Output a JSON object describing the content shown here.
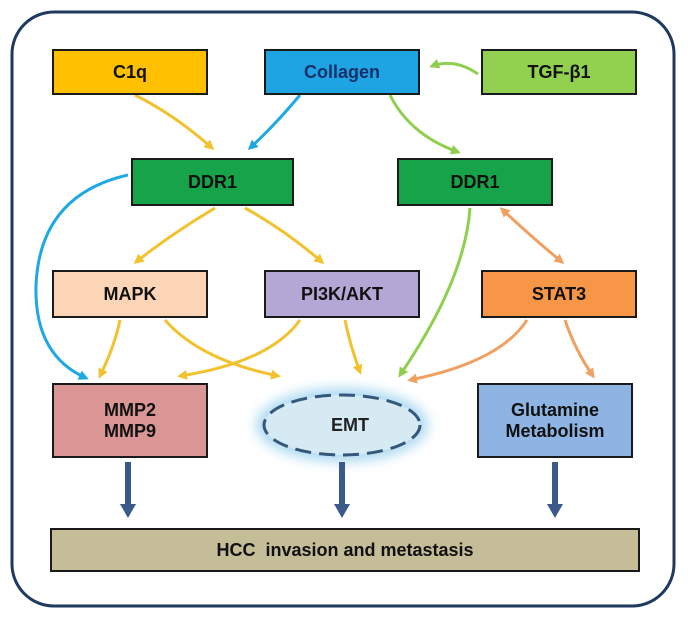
{
  "colors": {
    "border": "#1f3a5f",
    "c1q": "#ffc000",
    "collagen": "#1fa4e3",
    "tgfb1": "#92d050",
    "ddr1": "#16a34a",
    "mapk": "#fbd5b5",
    "pi3k": "#b4a7d6",
    "stat3": "#f79646",
    "mmp": "#d99694",
    "glutamine": "#8db4e2",
    "hcc": "#c4bd97",
    "emt_fill": "#d6eaf4",
    "emt_glow": "#9fd3ef",
    "emt_border": "#34577a",
    "arrow_yellow": "#f2c12e",
    "arrow_blue": "#1fa8e3",
    "arrow_green": "#8fcf4f",
    "arrow_orange": "#f0a060",
    "arrow_navy": "#3b5a8a"
  },
  "nodes": {
    "c1q": "C1q",
    "collagen": "Collagen",
    "tgfb1": "TGF-β1",
    "ddr1_left": "DDR1",
    "ddr1_right": "DDR1",
    "mapk": "MAPK",
    "pi3k": "PI3K/AKT",
    "stat3": "STAT3",
    "mmp_line1": "MMP2",
    "mmp_line2": "MMP9",
    "emt": "EMT",
    "glutamine_line1": "Glutamine",
    "glutamine_line2": "Metabolism",
    "hcc": "HCC  invasion and metastasis"
  }
}
